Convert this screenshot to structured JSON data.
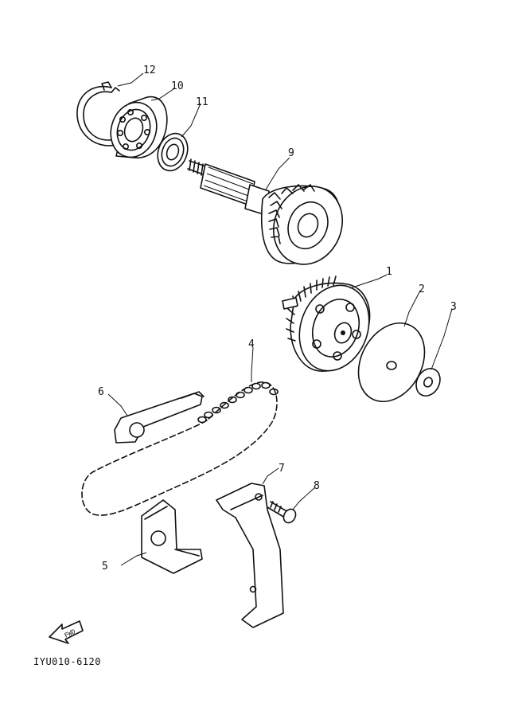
{
  "diagram": {
    "code": "IYU010-6120",
    "direction_label": "FWD",
    "callouts": [
      {
        "id": "1",
        "label": "1"
      },
      {
        "id": "2",
        "label": "2"
      },
      {
        "id": "3",
        "label": "3"
      },
      {
        "id": "4",
        "label": "4"
      },
      {
        "id": "5",
        "label": "5"
      },
      {
        "id": "6",
        "label": "6"
      },
      {
        "id": "7",
        "label": "7"
      },
      {
        "id": "8",
        "label": "8"
      },
      {
        "id": "9",
        "label": "9"
      },
      {
        "id": "10",
        "label": "10"
      },
      {
        "id": "11",
        "label": "11"
      },
      {
        "id": "12",
        "label": "12"
      }
    ]
  }
}
